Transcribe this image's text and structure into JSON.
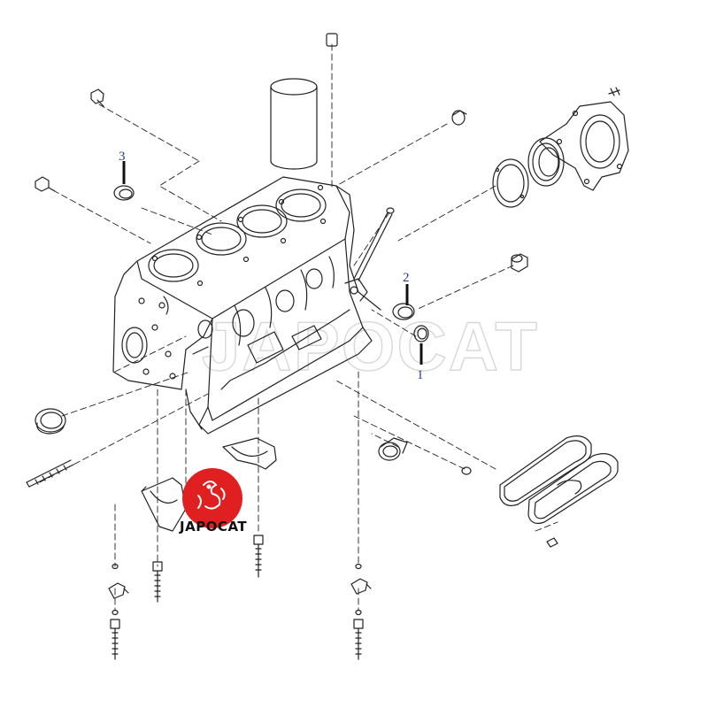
{
  "diagram": {
    "callouts": [
      {
        "id": "1",
        "label": "1"
      },
      {
        "id": "2",
        "label": "2"
      },
      {
        "id": "3",
        "label": "3"
      }
    ]
  },
  "watermark": {
    "text": "JAPOCAT"
  },
  "logo": {
    "text": "JAPOCAT",
    "color": "#e02020"
  },
  "colors": {
    "line": "#222222",
    "callout": "#2b3a8a",
    "leader": "#111111"
  }
}
